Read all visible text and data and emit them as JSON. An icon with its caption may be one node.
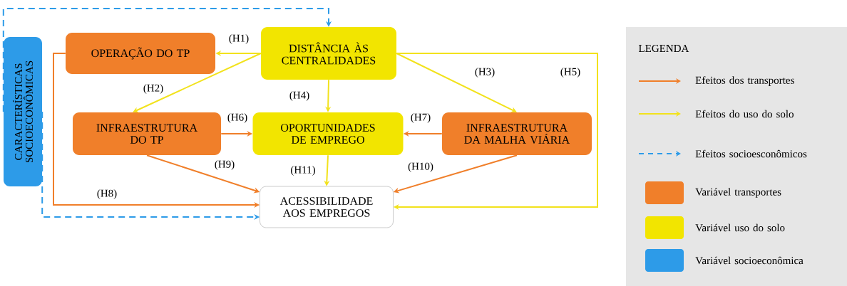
{
  "diagram": {
    "nodes": [
      {
        "text": [
          "CARACTERÍSTICAS SOCIOECONÔMICAS"
        ]
      },
      {
        "text": [
          "OPERAÇÃO DO TP"
        ]
      },
      {
        "text": [
          "DISTÂNCIA ÀS CENTRALIDADES"
        ]
      },
      {
        "text": [
          "INFRAESTRUTURA DO TP"
        ]
      },
      {
        "text": [
          "OPORTUNIDADES DE EMPREGO"
        ]
      },
      {
        "text": [
          "INFRAESTRUTURA DA MALHA VIÁRIA"
        ]
      },
      {
        "text": [
          "ACESSIBILIDADE AOS EMPREGOS"
        ]
      }
    ],
    "edges": [
      {
        "from": 2,
        "to": 1,
        "arrow": "to",
        "label": "(H1)",
        "color": "#f2e21c"
      },
      {
        "from": 2,
        "to": 3,
        "arrow": "to",
        "label": "(H2)",
        "color": "#f2e21c"
      },
      {
        "from": 2,
        "to": 5,
        "arrow": "to",
        "label": "(H3)",
        "color": "#f2e21c"
      },
      {
        "from": 2,
        "to": 4,
        "arrow": "to",
        "label": "(H4)",
        "color": "#f2e21c"
      },
      {
        "from": 2,
        "to": 6,
        "arrow": "to",
        "label": "(H5)",
        "color": "#f2e21c"
      },
      {
        "from": 3,
        "to": 4,
        "arrow": "to",
        "label": "(H6)",
        "color": "#f07f2a"
      },
      {
        "from": 5,
        "to": 4,
        "arrow": "to",
        "label": "(H7)",
        "color": "#f07f2a"
      },
      {
        "from": 1,
        "to": 6,
        "arrow": "to",
        "label": "(H8)",
        "color": "#f07f2a"
      },
      {
        "from": 3,
        "to": 6,
        "arrow": "to",
        "label": "(H9)",
        "color": "#f07f2a"
      },
      {
        "from": 5,
        "to": 6,
        "arrow": "to",
        "label": "(H10)",
        "color": "#f07f2a"
      },
      {
        "from": 4,
        "to": 6,
        "arrow": "to",
        "label": "(H11)",
        "color": "#f2e21c"
      },
      {
        "from": 0,
        "to": 2,
        "arrow": "to",
        "style": "dashed",
        "color": "#2d9be8"
      },
      {
        "from": 0,
        "to": 6,
        "arrow": "to",
        "style": "dashed",
        "color": "#2d9be8"
      }
    ],
    "labels": [
      "LEGENDA"
    ],
    "legend": [
      {
        "text": "Efeitos dos transportes"
      },
      {
        "text": "Efeitos do uso do solo"
      },
      {
        "text": "Efeitos socioesconômicos"
      },
      {
        "text": "Variável transportes",
        "color": "#f07f2a"
      },
      {
        "text": "Variável uso do solo",
        "color": "#f2e500"
      },
      {
        "text": "Variável socioeconômica",
        "color": "#2d9be8"
      }
    ]
  }
}
